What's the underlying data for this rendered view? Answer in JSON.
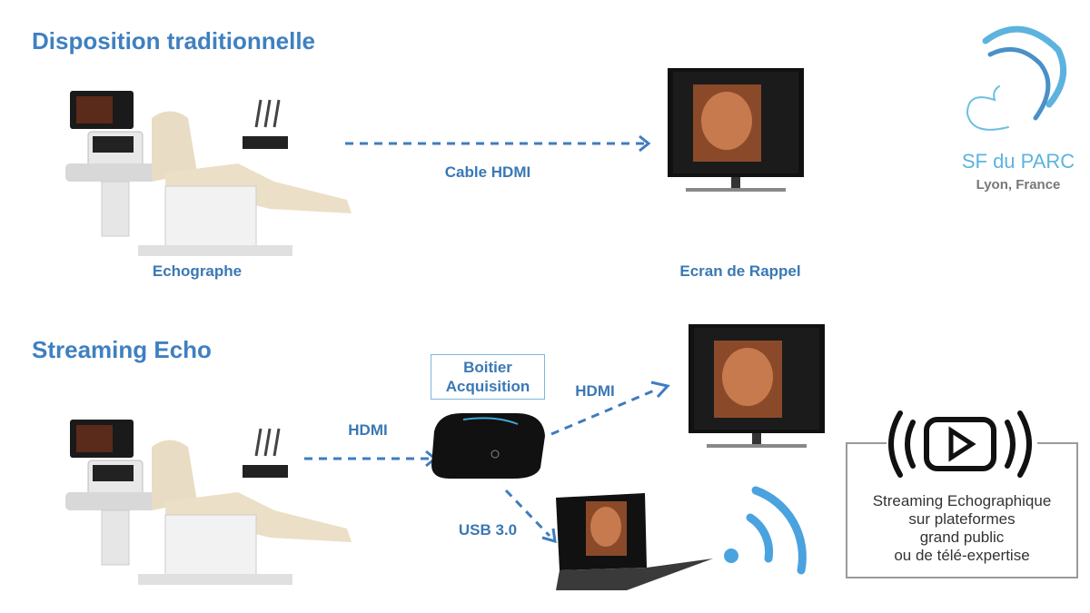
{
  "sections": {
    "traditional": {
      "title": "Disposition traditionnelle",
      "device_label": "Echographe",
      "cable_label": "Cable HDMI",
      "screen_label": "Ecran de Rappel"
    },
    "streaming": {
      "title": "Streaming Echo",
      "hdmi_in_label": "HDMI",
      "box_label_line1": "Boitier",
      "box_label_line2": "Acquisition",
      "hdmi_out_label": "HDMI",
      "usb_label": "USB 3.0",
      "stream_text": [
        "Streaming Echographique",
        "sur plateformes",
        "grand public",
        "ou de télé-expertise"
      ]
    }
  },
  "logo": {
    "name": "SF du PARC",
    "location": "Lyon, France"
  },
  "colors": {
    "accent": "#3f80c0",
    "arrow": "#3e7cc0",
    "logo": "#5cb3df",
    "wifi": "#4aa3df"
  }
}
